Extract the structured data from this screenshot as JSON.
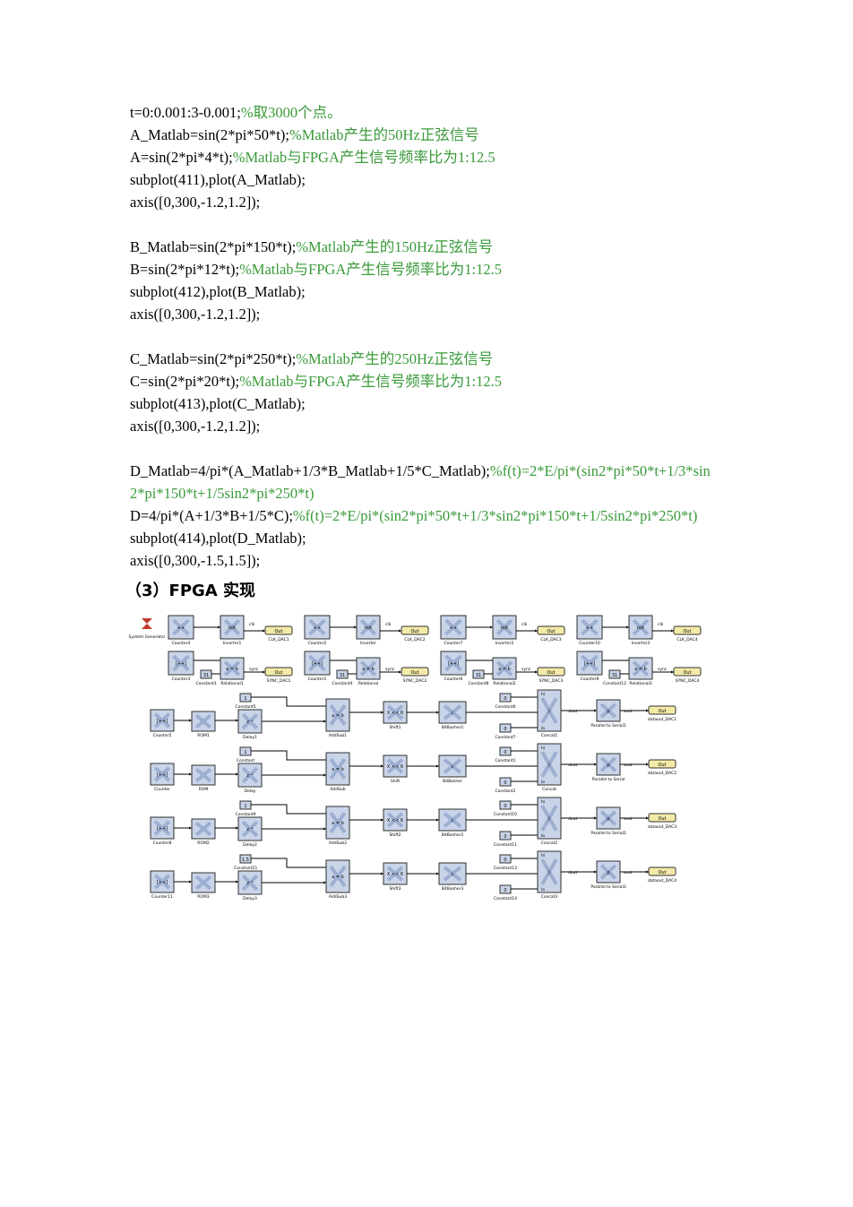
{
  "code_lines": [
    {
      "code": "t=0:0.001:3-0.001;",
      "comment": "%取3000个点。"
    },
    {
      "code": "A_Matlab=sin(2*pi*50*t);",
      "comment": "%Matlab产生的50Hz正弦信号"
    },
    {
      "code": "A=sin(2*pi*4*t);",
      "comment": "%Matlab与FPGA产生信号频率比为1:12.5"
    },
    {
      "code": "subplot(411),plot(A_Matlab);",
      "comment": ""
    },
    {
      "code": "axis([0,300,-1.2,1.2]);",
      "comment": ""
    },
    {
      "code": "",
      "comment": ""
    },
    {
      "code": "B_Matlab=sin(2*pi*150*t);",
      "comment": "%Matlab产生的150Hz正弦信号"
    },
    {
      "code": "B=sin(2*pi*12*t);",
      "comment": "%Matlab与FPGA产生信号频率比为1:12.5"
    },
    {
      "code": "subplot(412),plot(B_Matlab);",
      "comment": ""
    },
    {
      "code": "axis([0,300,-1.2,1.2]);",
      "comment": ""
    },
    {
      "code": "",
      "comment": ""
    },
    {
      "code": "C_Matlab=sin(2*pi*250*t);",
      "comment": "%Matlab产生的250Hz正弦信号"
    },
    {
      "code": "C=sin(2*pi*20*t);",
      "comment": "%Matlab与FPGA产生信号频率比为1:12.5"
    },
    {
      "code": "subplot(413),plot(C_Matlab);",
      "comment": ""
    },
    {
      "code": "axis([0,300,-1.2,1.2]);",
      "comment": ""
    },
    {
      "code": "",
      "comment": ""
    },
    {
      "code": "D_Matlab=4/pi*(A_Matlab+1/3*B_Matlab+1/5*C_Matlab);",
      "comment": "%f(t)=2*E/pi*(sin2*pi*50*t+1/3*sin"
    },
    {
      "code": "",
      "comment": "2*pi*150*t+1/5sin2*pi*250*t)"
    },
    {
      "code": "D=4/pi*(A+1/3*B+1/5*C);",
      "comment": "%f(t)=2*E/pi*(sin2*pi*50*t+1/3*sin2*pi*150*t+1/5sin2*pi*250*t)"
    },
    {
      "code": "subplot(414),plot(D_Matlab);",
      "comment": ""
    },
    {
      "code": "axis([0,300,-1.5,1.5]);",
      "comment": ""
    }
  ],
  "heading": "（3）FPGA 实现",
  "diagram": {
    "system_generator": "System Generator",
    "clk_chains": [
      {
        "counter": "Counter4",
        "inverter": "Inverter1",
        "out": "CLK_DAC1"
      },
      {
        "counter": "Counter2",
        "inverter": "Inverter",
        "out": "CLK_DAC2"
      },
      {
        "counter": "Counter7",
        "inverter": "Inverter2",
        "out": "CLK_DAC3"
      },
      {
        "counter": "Counter10",
        "inverter": "Inverter3",
        "out": "CLK_DAC4"
      }
    ],
    "sync_chains": [
      {
        "counter": "Counter3",
        "constant": "Constant3",
        "constant_value": "31",
        "relational": "Relational1",
        "out": "SYNC_DAC1"
      },
      {
        "counter": "Counter1",
        "constant": "Constant4",
        "constant_value": "31",
        "relational": "Relational",
        "out": "SYNC_DAC2"
      },
      {
        "counter": "Counter6",
        "constant": "Constant8",
        "constant_value": "31",
        "relational": "Relational2",
        "out": "SYNC_DAC3"
      },
      {
        "counter": "Counter9",
        "constant": "Constant12",
        "constant_value": "31",
        "relational": "Relational3",
        "out": "SYNC_DAC4"
      }
    ],
    "data_rows": [
      {
        "const_top": "Constant5",
        "const_top_value": "1",
        "counter": "Counter5",
        "rom": "ROM1",
        "delay": "Delay1",
        "addsub": "AddSub1",
        "shift": "Shift1",
        "bitbasher": "BitBasher1",
        "const_a": "Constant6",
        "const_b": "Constant7",
        "concat": "Concat1",
        "p2s": "Parallel to Serial1",
        "out": "dataout_DAC1"
      },
      {
        "const_top": "Constant",
        "const_top_value": "1",
        "counter": "Counter",
        "rom": "ROM",
        "delay": "Delay",
        "addsub": "AddSub",
        "shift": "Shift",
        "bitbasher": "BitBasher",
        "const_a": "Constant1",
        "const_b": "Constant2",
        "concat": "Concat",
        "p2s": "Parallel to Serial",
        "out": "dataout_DAC2"
      },
      {
        "const_top": "Constant9",
        "const_top_value": "1",
        "counter": "Counter8",
        "rom": "ROM2",
        "delay": "Delay2",
        "addsub": "AddSub2",
        "shift": "Shift2",
        "bitbasher": "BitBasher2",
        "const_a": "Constant10",
        "const_b": "Constant11",
        "concat": "Concat2",
        "p2s": "Parallel to Serial2",
        "out": "dataout_DAC3"
      },
      {
        "const_top": "Constant15",
        "const_top_value": "1.5",
        "counter": "Counter11",
        "rom": "ROM3",
        "delay": "Delay3",
        "addsub": "AddSub3",
        "shift": "Shift3",
        "bitbasher": "BitBasher3",
        "const_a": "Constant13",
        "const_b": "Constant14",
        "concat": "Concat3",
        "p2s": "Parallel to Serial3",
        "out": "dataout_DAC4"
      }
    ],
    "port_labels": {
      "out": "Out",
      "not": "not",
      "clk": "clk",
      "sync": "sync",
      "inc": "++",
      "counter_icon": "[++]",
      "addr": "addr",
      "a": "a",
      "b": "b",
      "aeqb": "a = b",
      "shift_op": "X << 6",
      "c": "c",
      "hi": "hi",
      "lo": "lo",
      "dout": "dout",
      "p": "p",
      "sout": "sout",
      "const_zero": "0",
      "z": "z⁻¹"
    }
  }
}
